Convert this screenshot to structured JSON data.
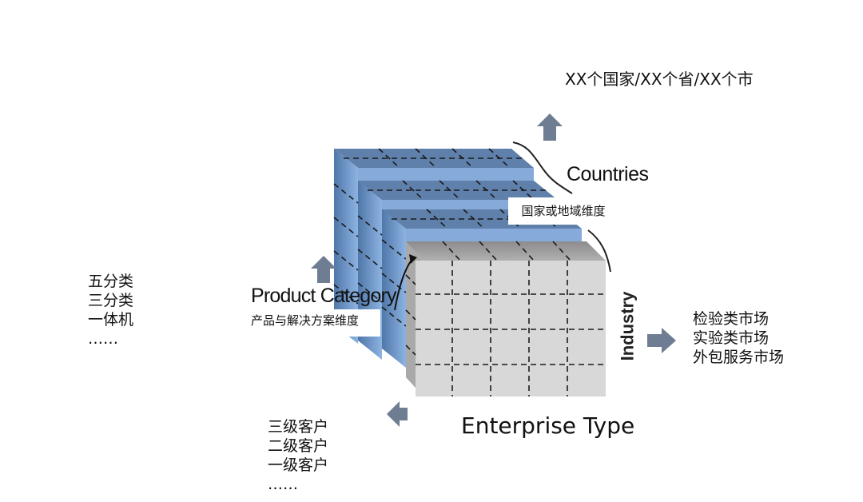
{
  "regions_label": "XX个国家/XX个省/XX个市",
  "countries_label": "Countries",
  "country_dimension": "国家或地域维度",
  "product_category_label": "Product Category",
  "product_dimension": "产品与解决方案维度",
  "industry_label": "Industry",
  "enterprise_type_label": "Enterprise Type",
  "product_categories": [
    "五分类",
    "三分类",
    "一体机",
    "……"
  ],
  "industry_markets": [
    "检验类市场",
    "实验类市场",
    "外包服务市场"
  ],
  "customer_levels": [
    "三级客户",
    "二级客户",
    "一级客户",
    "……"
  ],
  "colors": {
    "front_face": "#d6d6d6",
    "top_gray": "#9a9a9a",
    "blue_face": "#7fa6d8",
    "blue_top": "#5d7fa8",
    "arrow": "#6f7d92"
  }
}
